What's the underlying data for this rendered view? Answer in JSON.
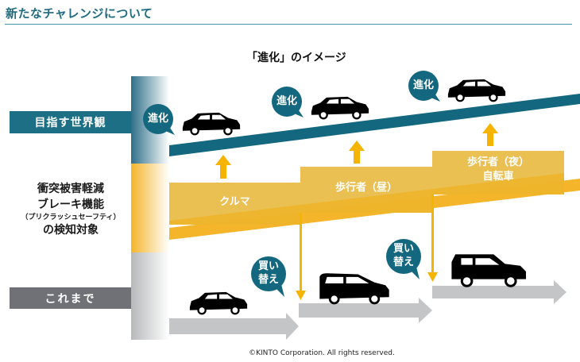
{
  "header": {
    "title": "新たなチャレンジについて",
    "accent_color": "#1f6b7f"
  },
  "diagram": {
    "title": "「進化」のイメージ",
    "rows": {
      "top": {
        "label": "目指す世界観",
        "color": "#1d6f85"
      },
      "middle": {
        "line1": "衝突被害軽減",
        "line2": "ブレーキ機能",
        "line3": "（プリクラッシュセーフティ）",
        "line4": "の検知対象",
        "color": "#f4b52a"
      },
      "bottom": {
        "label": "これまで",
        "color": "#6f7176"
      }
    },
    "evolution_bubbles": [
      "進化",
      "進化",
      "進化"
    ],
    "detection_boxes": [
      {
        "label": "クルマ"
      },
      {
        "label": "歩行者（昼）"
      },
      {
        "label_line1": "歩行者（夜）",
        "label_line2": "自転車"
      }
    ],
    "replacement_bubbles": [
      {
        "line1": "買い",
        "line2": "替え"
      },
      {
        "line1": "買い",
        "line2": "替え"
      }
    ],
    "icons": {
      "car": "car-silhouette-icon",
      "up_arrow": "arrow-up-icon",
      "down_arrow": "arrow-down-icon",
      "right_arrow": "arrow-right-icon"
    }
  },
  "footer": {
    "copyright": "©KINTO Corporation. All rights reserved."
  }
}
